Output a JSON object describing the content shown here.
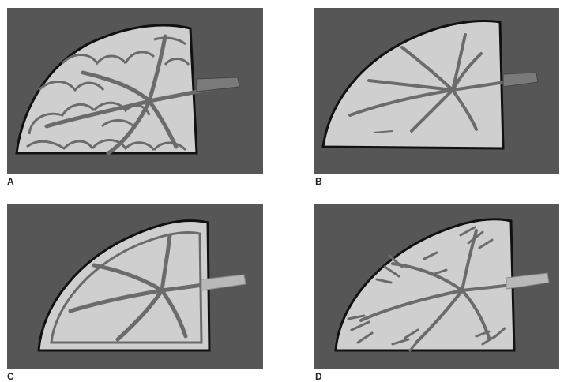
{
  "panels": [
    {
      "id": "a",
      "label": "A"
    },
    {
      "id": "b",
      "label": "B"
    },
    {
      "id": "c",
      "label": "C"
    },
    {
      "id": "d",
      "label": "D"
    }
  ],
  "colors": {
    "background": "#565656",
    "lung_fill": "#cfcfcf",
    "outline": "#111111",
    "airway": "#6b6b6b"
  }
}
